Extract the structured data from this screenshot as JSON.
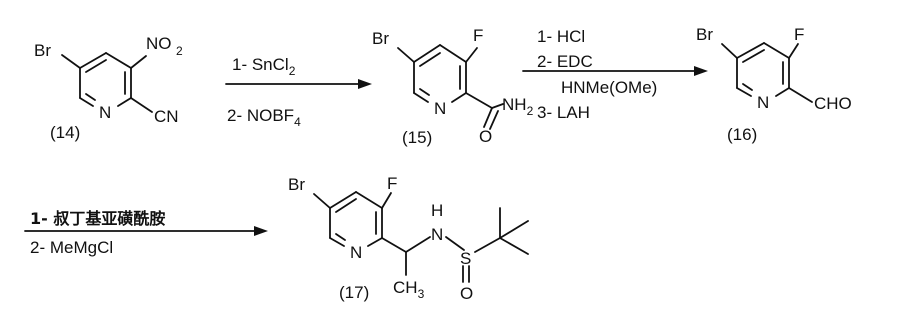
{
  "scheme": {
    "compounds": [
      {
        "id": "14",
        "label": "(14)",
        "atoms": {
          "sub5": "Br",
          "sub3": "NO",
          "sub3_sub": "2",
          "sub2": "CN",
          "ring_n": "N"
        }
      },
      {
        "id": "15",
        "label": "(15)",
        "atoms": {
          "sub5": "Br",
          "sub3": "F",
          "ring_n": "N",
          "carbonyl_o": "O",
          "amide": "NH",
          "amide_sub": "2"
        }
      },
      {
        "id": "16",
        "label": "(16)",
        "atoms": {
          "sub5": "Br",
          "sub3": "F",
          "ring_n": "N",
          "aldehyde": "CHO"
        }
      },
      {
        "id": "17",
        "label": "(17)",
        "atoms": {
          "sub5": "Br",
          "sub3": "F",
          "ring_n": "N",
          "nh_h": "H",
          "nh_n": "N",
          "sulfur": "S",
          "sulfinyl_o": "O",
          "methyl": "CH",
          "methyl_sub": "3"
        }
      }
    ],
    "steps": [
      {
        "above": [
          "1- SnCl",
          "2"
        ],
        "below": [
          "2- NOBF",
          "4"
        ]
      },
      {
        "above": [
          "1- HCl",
          "2- EDC"
        ],
        "below": [
          "HNMe(OMe)",
          "3- LAH"
        ]
      },
      {
        "above": [
          "1- 叔丁基亚磺酰胺"
        ],
        "below": [
          "2- MeMgCl"
        ]
      }
    ]
  }
}
